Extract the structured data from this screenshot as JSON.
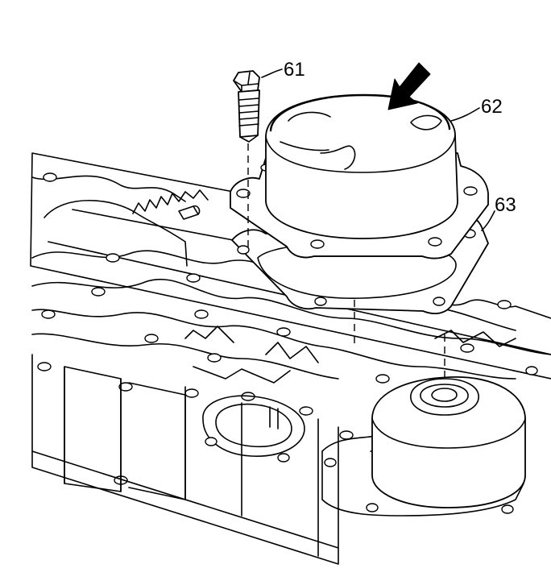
{
  "callouts": {
    "bolt": "61",
    "cover": "62",
    "gasket": "63"
  }
}
